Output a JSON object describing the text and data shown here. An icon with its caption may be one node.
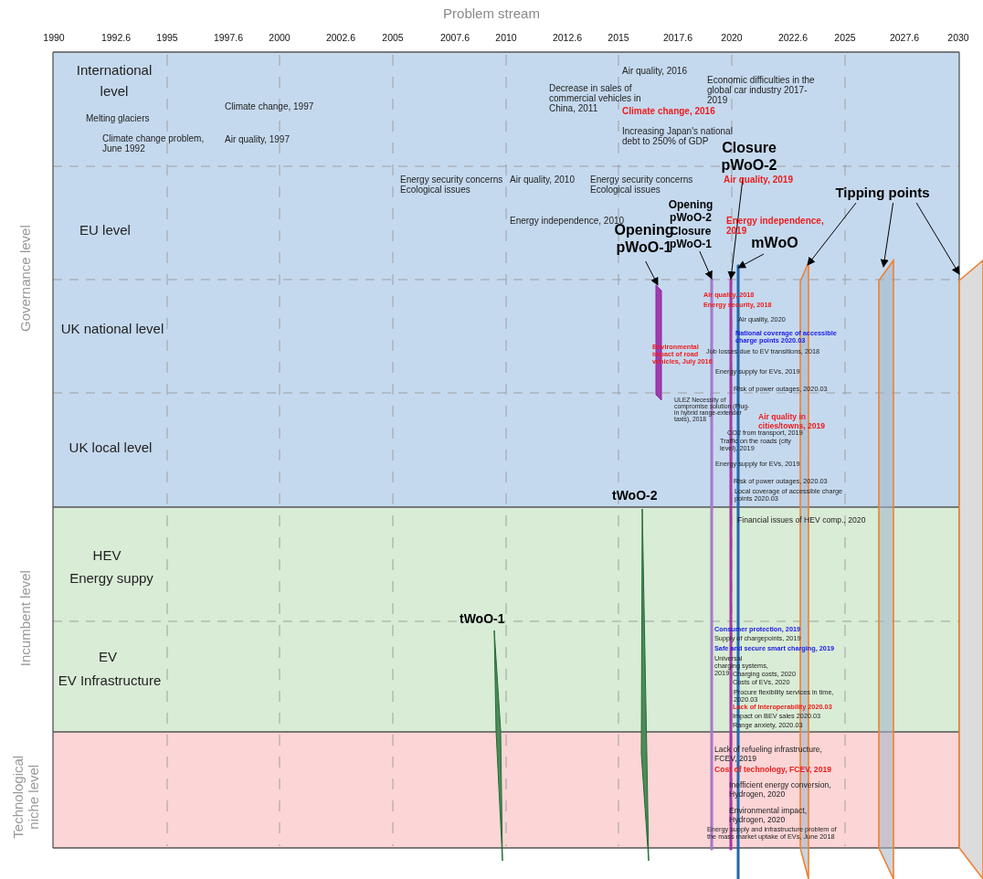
{
  "diagram": {
    "title": "Problem stream",
    "nodes": [
      {
        "text": [
          "Governance level"
        ]
      },
      {
        "text": [
          "Incumbent level"
        ]
      },
      {
        "text": [
          "Technological niche level"
        ]
      },
      {
        "text": [
          "Opening pWoO-1"
        ],
        "in": 0
      },
      {
        "text": [
          "Opening pWoO-2 Closure pWoO-1"
        ],
        "in": 0
      },
      {
        "text": [
          "Closure pWoO-2"
        ],
        "in": 0
      },
      {
        "text": [
          "mWoO"
        ],
        "in": 0
      },
      {
        "text": [
          "Tipping points"
        ],
        "in": 0
      },
      {
        "text": [],
        "shape": "bar",
        "in": 0
      },
      {
        "text": [],
        "shape": "bar"
      },
      {
        "text": [],
        "shape": "bar"
      },
      {
        "text": [],
        "shape": "bar"
      },
      {
        "text": [],
        "shape": "box"
      },
      {
        "text": [],
        "shape": "box"
      },
      {
        "text": [],
        "shape": "box"
      }
    ],
    "edges": [
      {
        "from": 3,
        "to": 8,
        "arrow": "to"
      },
      {
        "from": 4,
        "to": 9,
        "arrow": "to"
      },
      {
        "from": 5,
        "to": 10,
        "arrow": "to"
      },
      {
        "from": 6,
        "to": 11,
        "arrow": "to"
      },
      {
        "from": 7,
        "to": 12,
        "arrow": "to"
      },
      {
        "from": 7,
        "to": 13,
        "arrow": "to"
      },
      {
        "from": 7,
        "to": 14,
        "arrow": "to"
      }
    ],
    "labels": [
      "1990",
      "1992.6",
      "1995",
      "1997.6",
      "2000",
      "2002.6",
      "2005",
      "2007.6",
      "2010",
      "2012.6",
      "2015",
      "2017.6",
      "2020",
      "2022.6",
      "2025",
      "2027.6",
      "2030",
      "International level",
      "Melting glaciers",
      "Climate change problem, June 1992",
      "Climate change, 1997",
      "Air quality, 1997",
      "Decrease in sales of commercial vehicles in China, 2011",
      "Air quality, 2016",
      "Economic difficulties in the global car industry 2017-2019",
      "Climate change, 2016",
      "Increasing Japan's national debt to 250% of GDP",
      "EU level",
      "Energy security concerns Ecological issues",
      "Air quality, 2010",
      "Energy security concerns Ecological issues",
      "Air quality, 2019",
      "Energy independence, 2010",
      "Energy independence, 2019",
      "UK national level",
      "Air quality, 2018",
      "Energy security, 2018",
      "Air quality, 2020",
      "National coverage of accessible charge points 2020.03",
      "Environmental impact of road vehicles, July 2016",
      "Job losses due to EV transitions, 2018",
      "Energy supply for EVs, 2019",
      "Risk of power outages, 2020.03",
      "UK local level",
      "ULEZ Necessity of compromise solution (Plug-in hybrid range-extender taxis), 2018",
      "Air quality in cities/towns, 2019",
      "CO2 from transport, 2019",
      "Traffic on the roads (city level), 2019",
      "Energy supply for EVs, 2019",
      "Risk of power outages, 2020.03",
      "Local coverage of accessible charge points 2020.03",
      "HEV",
      "Energy suppy",
      "Financial issues of HEV comp., 2020",
      "EV",
      "EV Infrastructure",
      "tWoO-1",
      "tWoO-2",
      "Consumer protection, 2019",
      "Supply of chargepoints, 2019",
      "Safe and secure smart charging, 2019",
      "Universal charging systems, 2019",
      "Charging costs, 2020",
      "Costs of EVs, 2020",
      "Procure flexibility services in time, 2020.03",
      "Lack of interoperability 2020.03",
      "Impact on BEV sales 2020.03",
      "Range anxiety, 2020.03",
      "Lack of refueling infrastructure, FCEV, 2019",
      "Cost of technology, FCEV, 2019",
      "Inefficient energy conversion, Hydrogen, 2020",
      "Environmental impact, Hydrogen, 2020",
      "Energy supply and infrastructure problem of the mass market uptake of EVs, June 2018"
    ]
  }
}
